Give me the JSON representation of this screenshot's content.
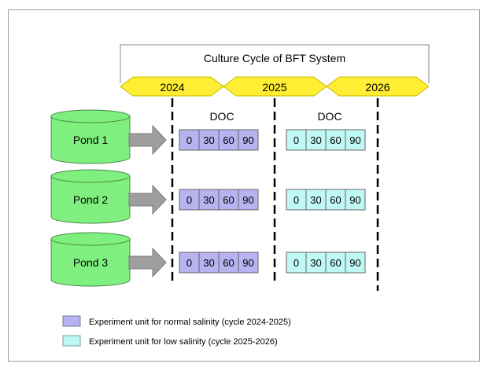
{
  "title": "Culture Cycle of BFT System",
  "years": [
    "2024",
    "2025",
    "2026"
  ],
  "doc_labels": [
    "DOC",
    "DOC"
  ],
  "ponds": [
    "Pond 1",
    "Pond 2",
    "Pond 3"
  ],
  "doc_days": [
    "0",
    "30",
    "60",
    "90"
  ],
  "colors": {
    "year_band": "#ffee33",
    "pond": "#7ff07f",
    "arrow": "#9e9e9e",
    "normal_salinity": "#b7b2f0",
    "low_salinity": "#bff8f4"
  },
  "legend": [
    {
      "label": "Experiment unit for normal salinity (cycle 2024-2025)",
      "color_key": "normal_salinity"
    },
    {
      "label": "Experiment unit for low salinity (cycle 2025-2026)",
      "color_key": "low_salinity"
    }
  ]
}
